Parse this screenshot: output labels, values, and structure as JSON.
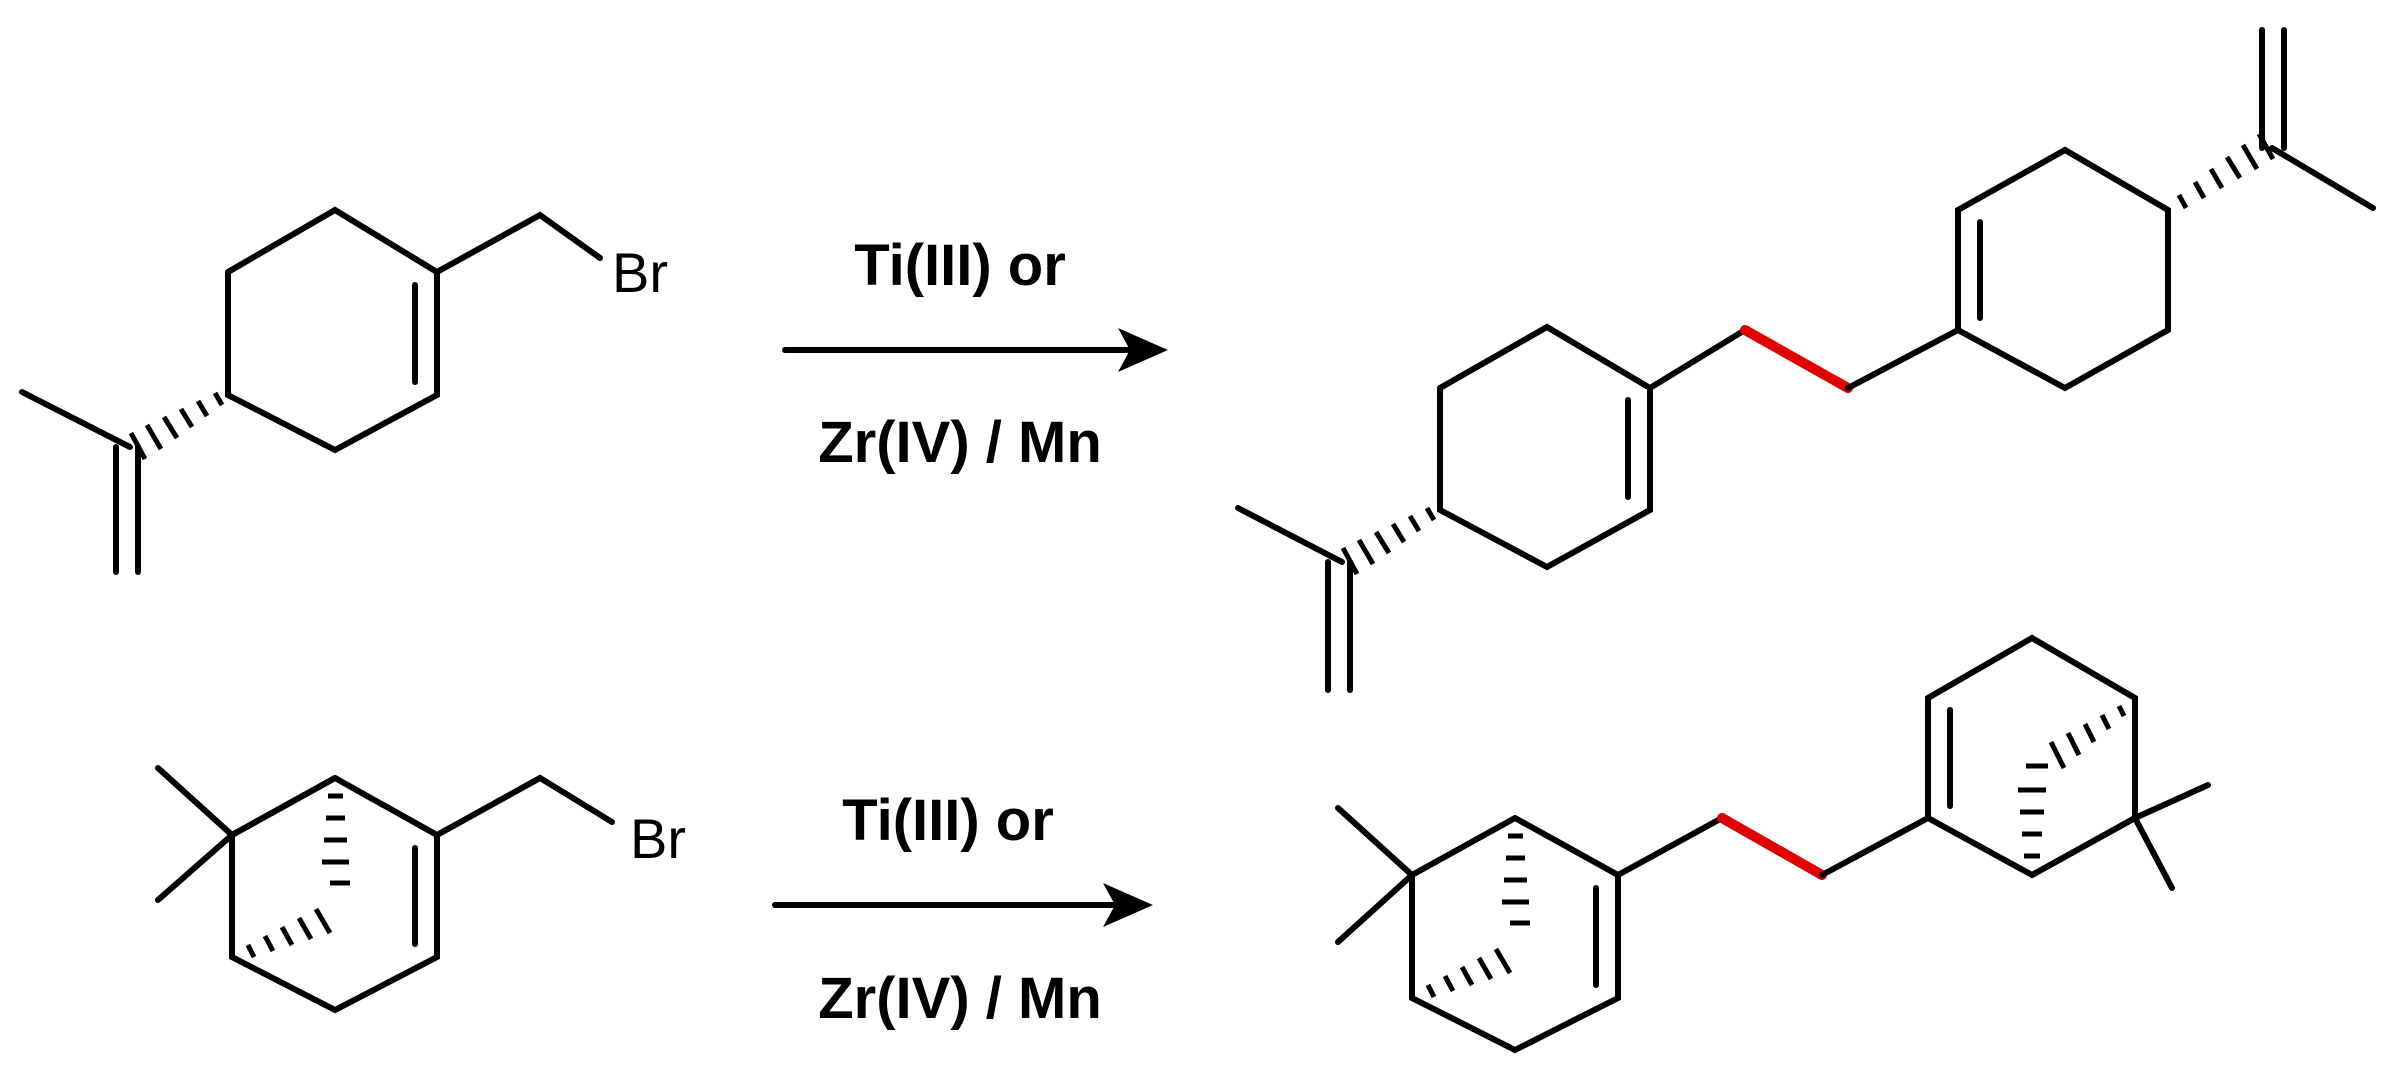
{
  "reactions": [
    {
      "reactant_label": "Br",
      "conditions_top": "Ti(III) or",
      "conditions_bottom": "Zr(IV) / Mn"
    },
    {
      "reactant_label": "Br",
      "conditions_top": "Ti(III) or",
      "conditions_bottom": "Zr(IV) / Mn"
    }
  ],
  "colors": {
    "bond": "#000000",
    "new_bond_highlight": "#e00000"
  }
}
